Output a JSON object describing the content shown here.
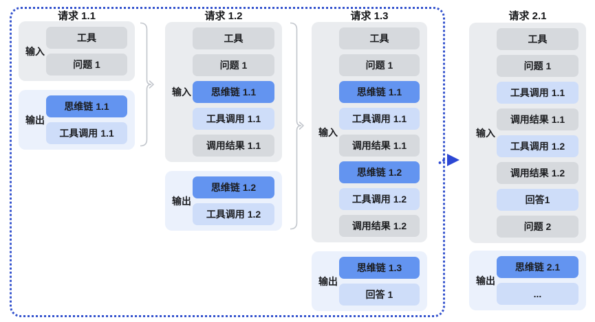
{
  "palette": {
    "background": "#ffffff",
    "boundary_dotted_blue": "#3352cd",
    "panel_input_gray": "#eaecef",
    "panel_output_blue": "#ebf1fc",
    "block_gray": "#d6d9dd",
    "block_light_blue": "#cedff9",
    "block_blue": "#6394f0",
    "brace_gray": "#c2c6cc",
    "text": "#1c1d20"
  },
  "diagram": {
    "columns": [
      {
        "title": "请求 1.1",
        "input": {
          "label": "输入",
          "rows": [
            {
              "text": "工具",
              "variant": "gray"
            },
            {
              "text": "问题 1",
              "variant": "gray"
            }
          ]
        },
        "output": {
          "label": "输出",
          "rows": [
            {
              "text": "思维链 1.1",
              "variant": "blue"
            },
            {
              "text": "工具调用 1.1",
              "variant": "light_blue"
            }
          ]
        }
      },
      {
        "title": "请求 1.2",
        "input": {
          "label": "输入",
          "rows": [
            {
              "text": "工具",
              "variant": "gray"
            },
            {
              "text": "问题 1",
              "variant": "gray"
            },
            {
              "text": "思维链 1.1",
              "variant": "blue"
            },
            {
              "text": "工具调用 1.1",
              "variant": "light_blue"
            },
            {
              "text": "调用结果 1.1",
              "variant": "gray"
            }
          ]
        },
        "output": {
          "label": "输出",
          "rows": [
            {
              "text": "思维链 1.2",
              "variant": "blue"
            },
            {
              "text": "工具调用 1.2",
              "variant": "light_blue"
            }
          ]
        }
      },
      {
        "title": "请求 1.3",
        "input": {
          "label": "输入",
          "rows": [
            {
              "text": "工具",
              "variant": "gray"
            },
            {
              "text": "问题 1",
              "variant": "gray"
            },
            {
              "text": "思维链 1.1",
              "variant": "blue"
            },
            {
              "text": "工具调用 1.1",
              "variant": "light_blue"
            },
            {
              "text": "调用结果 1.1",
              "variant": "gray"
            },
            {
              "text": "思维链 1.2",
              "variant": "blue"
            },
            {
              "text": "工具调用 1.2",
              "variant": "light_blue"
            },
            {
              "text": "调用结果 1.2",
              "variant": "gray"
            }
          ]
        },
        "output": {
          "label": "输出",
          "rows": [
            {
              "text": "思维链 1.3",
              "variant": "blue"
            },
            {
              "text": "回答 1",
              "variant": "light_blue"
            }
          ]
        }
      },
      {
        "title": "请求 2.1",
        "input": {
          "label": "输入",
          "rows": [
            {
              "text": "工具",
              "variant": "gray"
            },
            {
              "text": "问题 1",
              "variant": "gray"
            },
            {
              "text": "工具调用 1.1",
              "variant": "light_blue"
            },
            {
              "text": "调用结果 1.1",
              "variant": "gray"
            },
            {
              "text": "工具调用 1.2",
              "variant": "light_blue"
            },
            {
              "text": "调用结果 1.2",
              "variant": "gray"
            },
            {
              "text": "回答1",
              "variant": "light_blue"
            },
            {
              "text": "问题 2",
              "variant": "gray"
            }
          ]
        },
        "output": {
          "label": "输出",
          "rows": [
            {
              "text": "思维链 2.1",
              "variant": "blue"
            },
            {
              "text": "...",
              "variant": "light_blue"
            }
          ]
        }
      }
    ]
  }
}
